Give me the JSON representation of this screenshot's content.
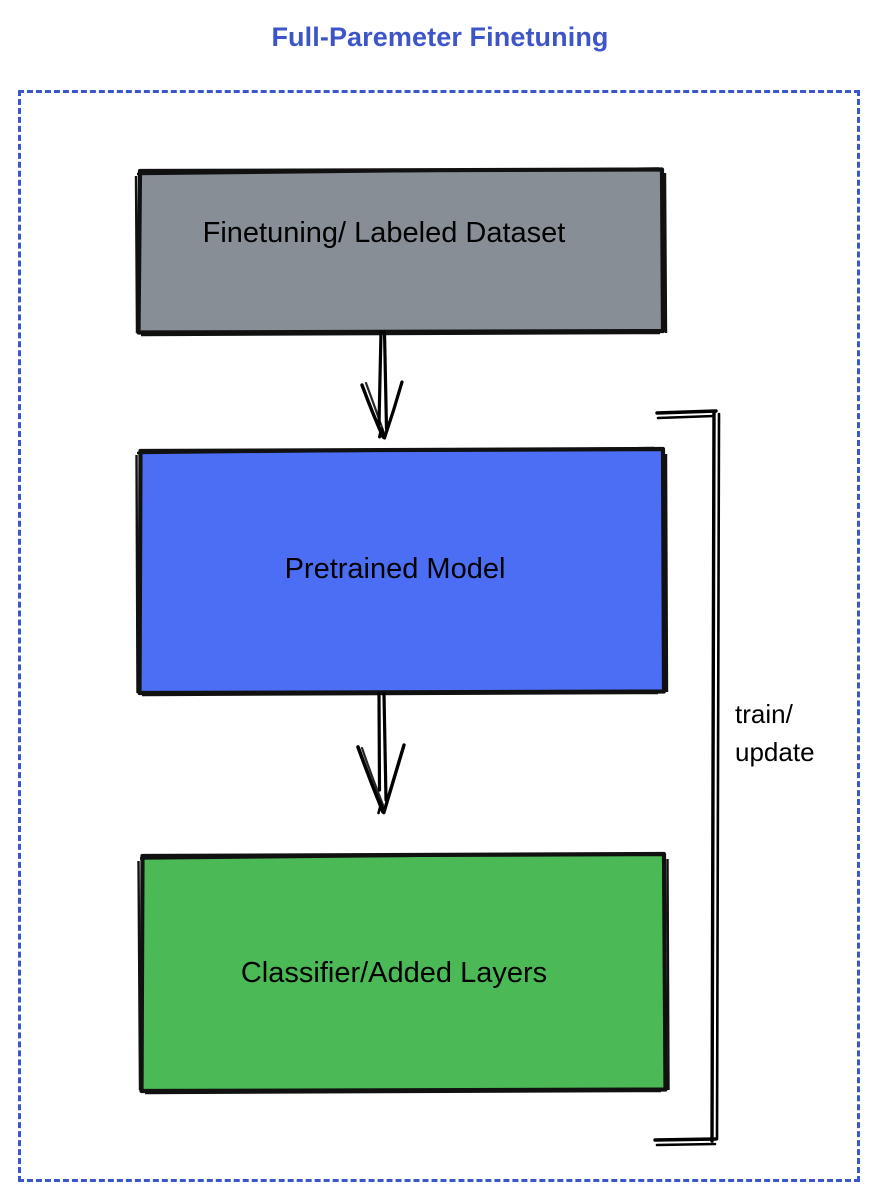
{
  "diagram": {
    "title": "Full-Paremeter Finetuning",
    "title_color": "#3d55c8",
    "frame": {
      "style": "dashed",
      "color": "#3a56cc"
    },
    "nodes": [
      {
        "id": "dataset",
        "label": "Finetuning/ Labeled Dataset",
        "fill": "#878e96",
        "stroke": "#111111",
        "text_color": "#000000"
      },
      {
        "id": "pretrained",
        "label": "Pretrained Model",
        "fill": "#4c6ef5",
        "stroke": "#111111",
        "text_color": "#000000"
      },
      {
        "id": "classifier",
        "label": "Classifier/Added Layers",
        "fill": "#4bb955",
        "stroke": "#111111",
        "text_color": "#000000"
      }
    ],
    "connectors": [
      {
        "id": "dataset-to-pretrained",
        "kind": "arrow-down",
        "label": ""
      },
      {
        "id": "pretrained-to-classifier",
        "kind": "arrow-down",
        "label": ""
      },
      {
        "id": "feedback-loop",
        "kind": "bracket-loop",
        "label": "train/\nupdate"
      }
    ],
    "loop_label": "train/\nupdate"
  }
}
